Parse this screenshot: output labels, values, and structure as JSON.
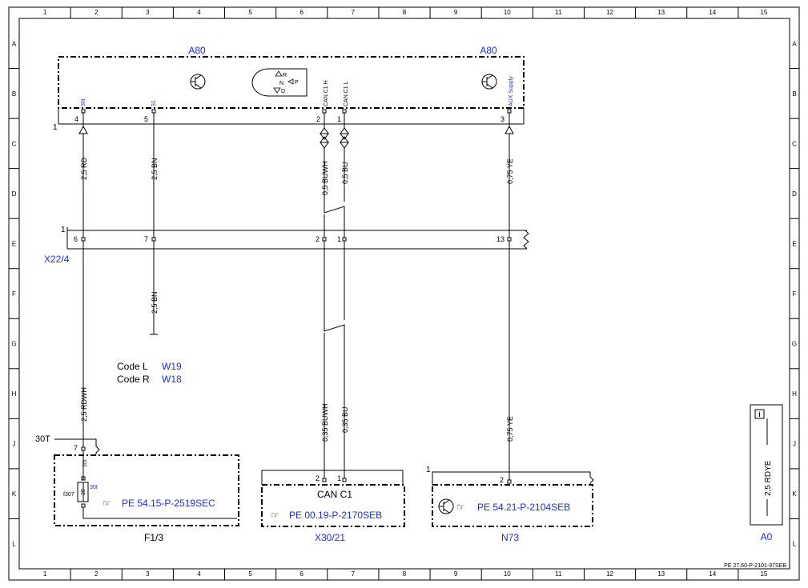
{
  "frame": {
    "columns": [
      "1",
      "2",
      "3",
      "4",
      "5",
      "6",
      "7",
      "8",
      "9",
      "10",
      "11",
      "12",
      "13",
      "14",
      "15"
    ],
    "rows": [
      "A",
      "B",
      "C",
      "D",
      "E",
      "F",
      "G",
      "H",
      "J",
      "K",
      "L"
    ]
  },
  "a80": {
    "label_left": "A80",
    "label_right": "A80",
    "shifter": {
      "r": "R",
      "n": "N",
      "p": "P",
      "d": "D"
    },
    "pins": [
      {
        "name": "30t",
        "num": "4"
      },
      {
        "name": "31",
        "num": "5"
      },
      {
        "name": "CAN C1 H",
        "num": "2"
      },
      {
        "name": "CAN C1 L",
        "num": "1"
      },
      {
        "name": "AUX Supply",
        "num": "3"
      }
    ],
    "ground_num": "1"
  },
  "wires_upper": [
    "2,5 RD",
    "2,5 BN",
    "0,5 BUWH",
    "0,5 BU",
    "0,75 YE"
  ],
  "x22": {
    "label": "X22/4",
    "ground_num": "1",
    "pins": [
      "6",
      "7",
      "2",
      "1",
      "13"
    ]
  },
  "wires_lower": [
    "2,5 BN",
    "2,5 RDWH",
    "0,35 BUWH",
    "0,35 BU",
    "0,75 YE"
  ],
  "codes": [
    {
      "code": "Code L",
      "ref": "W19"
    },
    {
      "code": "Code R",
      "ref": "W18"
    }
  ],
  "f13": {
    "label": "F1/3",
    "terminal": "30T",
    "pin": "7",
    "pin_name": "30t",
    "fuse_id": "f307",
    "fuse_value": "20",
    "fuse_term": "30t",
    "ref": "PE 54.15-P-2519SEC"
  },
  "x30": {
    "label": "X30/21",
    "title": "CAN C1",
    "pins": [
      "2",
      "1"
    ],
    "ref": "PE 00.19-P-2170SEB"
  },
  "n73": {
    "label": "N73",
    "ground_num": "1",
    "pin": "2",
    "ref": "PE 54.21-P-2104SEB"
  },
  "a0": {
    "label": "A0",
    "info": "i",
    "wire": "2,5 RDYE"
  },
  "doc_ref": "PE 27.60-P-2101-97SEB",
  "colors": {
    "link": "#1f2fd6",
    "line": "#000000"
  }
}
